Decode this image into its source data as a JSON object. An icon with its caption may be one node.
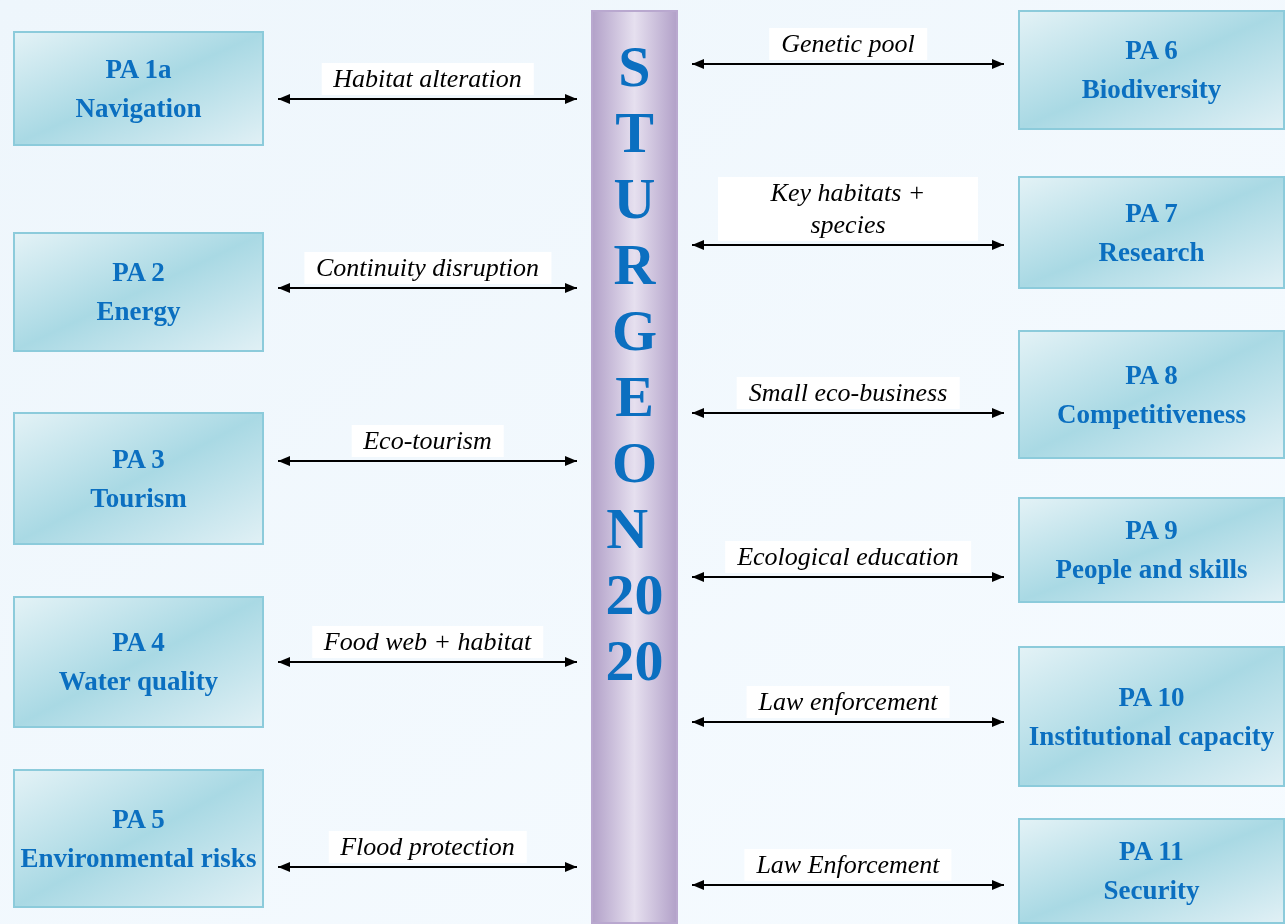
{
  "diagram": {
    "nodes": [
      {
        "text": [
          "PA 1a",
          "Navigation"
        ]
      },
      {
        "text": [
          "PA 2",
          "Energy"
        ]
      },
      {
        "text": [
          "PA 3",
          "Tourism"
        ]
      },
      {
        "text": [
          "PA 4",
          "Water quality"
        ]
      },
      {
        "text": [
          "PA 5",
          "Environmental risks"
        ]
      },
      {
        "text": [
          "STURGEON 2020"
        ]
      },
      {
        "text": [
          "PA 6",
          "Biodiversity"
        ]
      },
      {
        "text": [
          "PA 7",
          "Research"
        ]
      },
      {
        "text": [
          "PA 8",
          "Competitiveness"
        ]
      },
      {
        "text": [
          "PA 9",
          "People and skills"
        ]
      },
      {
        "text": [
          "PA 10",
          "Institutional capacity"
        ]
      },
      {
        "text": [
          "PA 11",
          "Security"
        ]
      }
    ],
    "edges": [
      {
        "from": 0,
        "to": 5,
        "arrow": "both",
        "label": "Habitat alteration"
      },
      {
        "from": 1,
        "to": 5,
        "arrow": "both",
        "label": "Continuity disruption"
      },
      {
        "from": 2,
        "to": 5,
        "arrow": "both",
        "label": "Eco-tourism"
      },
      {
        "from": 3,
        "to": 5,
        "arrow": "both",
        "label": "Food web + habitat"
      },
      {
        "from": 4,
        "to": 5,
        "arrow": "both",
        "label": "Flood protection"
      },
      {
        "from": 5,
        "to": 6,
        "arrow": "both",
        "label": "Genetic pool"
      },
      {
        "from": 5,
        "to": 7,
        "arrow": "both",
        "label": "Key habitats + species"
      },
      {
        "from": 5,
        "to": 8,
        "arrow": "both",
        "label": "Small eco-business"
      },
      {
        "from": 5,
        "to": 9,
        "arrow": "both",
        "label": "Ecological education"
      },
      {
        "from": 5,
        "to": 10,
        "arrow": "both",
        "label": "Law enforcement"
      },
      {
        "from": 5,
        "to": 11,
        "arrow": "both",
        "label": "Law Enforcement"
      }
    ]
  }
}
